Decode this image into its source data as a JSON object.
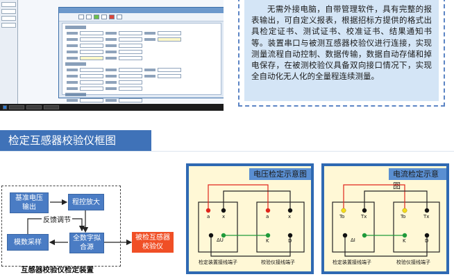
{
  "description": {
    "text": "无需外接电脑，自带管理软件，具有完整的报表输出，可自定义报表，根据招标方提供的格式出具检定证书、测试证书、校准证书、结果通知书等。装置串口与被测互感器校验仪进行连接，实现测量流程自动控制、数据传输，数据自动存储和掉电保存，在被测校验仪具备双向接口情况下，实现全自动化无人化的全量程连续测量。"
  },
  "section": {
    "title": "检定互感器校验仪框图"
  },
  "block_diagram": {
    "caption": "互感器校验仪检定装置",
    "blocks": {
      "reference": "基准电压\n输出",
      "amplifier": "程控放大",
      "feedback": "反馈调节",
      "sampling": "模数采样",
      "synth": "全数字拟\n合源",
      "dut": "被检互感器\n校验仪"
    }
  },
  "voltage_panel": {
    "title": "电压检定示意图",
    "left_terminals": [
      "a",
      "x",
      "ΔU"
    ],
    "right_terminals": [
      "a",
      "x",
      "K",
      "D"
    ],
    "left_footer": "检定装置接线端子",
    "right_footer": "校验仪接线端子"
  },
  "current_panel": {
    "title": "电流检定示意图",
    "left_terminals": [
      "To",
      "Tx",
      "ΔI"
    ],
    "right_terminals": [
      "To",
      "Tx",
      "K",
      "D"
    ],
    "left_footer": "检定装置接线端子",
    "right_footer": "校验仪接线端子"
  },
  "colors": {
    "banner": "#3f72b8",
    "block": "#4a7cc4",
    "output_block": "#f04f26",
    "wire_red": "#e0261d",
    "wire_dark": "#222222",
    "terminal_red": "#e0261d",
    "terminal_yellow": "#f5dd1a",
    "terminal_green": "#1f9a3a",
    "terminal_black": "#111111"
  }
}
